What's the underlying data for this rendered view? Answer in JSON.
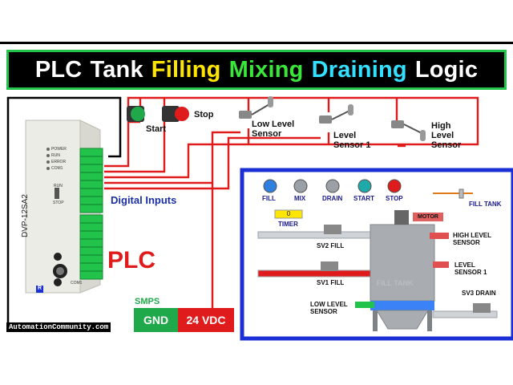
{
  "title": {
    "words": [
      {
        "text": "PLC",
        "color": "#ffffff"
      },
      {
        "text": "Tank",
        "color": "#ffffff"
      },
      {
        "text": "Filling",
        "color": "#ffe600"
      },
      {
        "text": "Mixing",
        "color": "#39e639"
      },
      {
        "text": "Draining",
        "color": "#33e0ff"
      },
      {
        "text": "Logic",
        "color": "#ffffff"
      }
    ],
    "border_color": "#22c34a"
  },
  "field_devices": {
    "start": "Start",
    "stop": "Stop",
    "low_level_sensor": "Low Level\nSensor",
    "level_sensor_1": "Level\nSensor 1",
    "high_level_sensor": "High\nLevel\nSensor"
  },
  "plc": {
    "model": "DVP-12SA2",
    "caption": "PLC",
    "inputs_caption": "Digital Inputs",
    "status_leds": [
      "POWER",
      "RUN",
      "ERROR",
      "COM1"
    ],
    "run_stop": [
      "RUN",
      "STOP"
    ],
    "bottom_label": "R",
    "com_label": "COM1"
  },
  "smps": {
    "label": "SMPS",
    "gnd": "GND",
    "vdc": "24 VDC"
  },
  "website": "AutomationCommunity.com",
  "hmi": {
    "buttons": [
      {
        "label": "FILL",
        "color": "#2f7fe0"
      },
      {
        "label": "MIX",
        "color": "#9aa0a6"
      },
      {
        "label": "DRAIN",
        "color": "#9aa0a6"
      },
      {
        "label": "START",
        "color": "#1fa9a9"
      },
      {
        "label": "STOP",
        "color": "#e01b1b"
      }
    ],
    "fill_tank_label": "FILL TANK",
    "timer": {
      "value": "0",
      "label": "TIMER"
    },
    "motor_label": "MOTOR",
    "sv2_label": "SV2  FILL",
    "sv1_label": "SV1  FILL",
    "sv3_label": "SV3 DRAIN",
    "high_level_label": "HIGH LEVEL\nSENSOR",
    "level1_label": "LEVEL\nSENSOR 1",
    "low_level_label": "LOW LEVEL\nSENSOR",
    "tank_text": "FILL TANK"
  },
  "colors": {
    "wire": "#e01b1b",
    "plc_terminal": "#22c34a",
    "hmi_border": "#1a2fd6",
    "liquid": "#3b82f6"
  }
}
